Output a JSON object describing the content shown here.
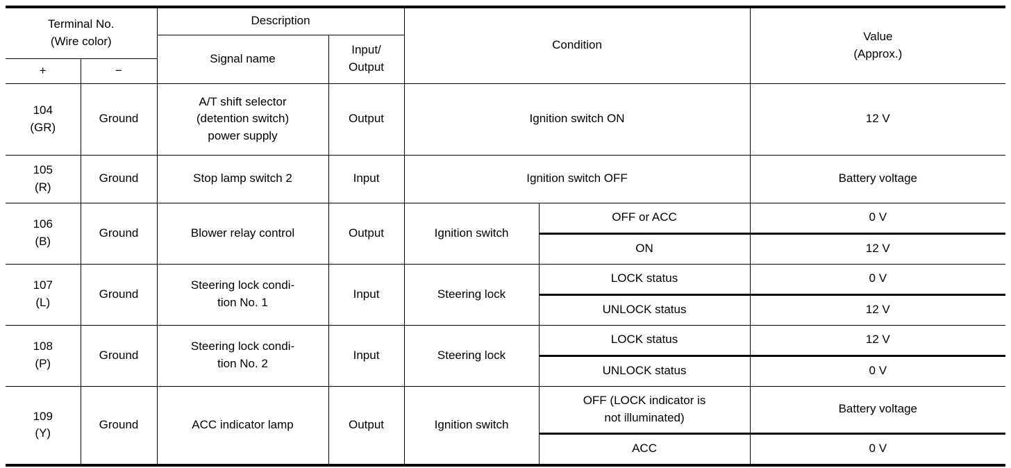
{
  "table": {
    "header": {
      "terminal": "Terminal No.\n(Wire color)",
      "plus": "+",
      "minus": "−",
      "description": "Description",
      "signal_name": "Signal name",
      "input_output": "Input/\nOutput",
      "condition": "Condition",
      "value": "Value\n(Approx.)"
    },
    "rows": [
      {
        "terminal": "104\n(GR)",
        "minus": "Ground",
        "signal": "A/T shift selector\n(detention switch)\npower supply",
        "io": "Output",
        "condition": "Ignition switch ON",
        "value": "12 V"
      },
      {
        "terminal": "105\n(R)",
        "minus": "Ground",
        "signal": "Stop lamp switch 2",
        "io": "Input",
        "condition": "Ignition switch OFF",
        "value": "Battery voltage"
      },
      {
        "terminal": "106\n(B)",
        "minus": "Ground",
        "signal": "Blower relay control",
        "io": "Output",
        "condition": "Ignition switch",
        "sub": [
          {
            "state": "OFF or ACC",
            "value": "0 V"
          },
          {
            "state": "ON",
            "value": "12 V"
          }
        ]
      },
      {
        "terminal": "107\n(L)",
        "minus": "Ground",
        "signal": "Steering lock condi-\ntion No. 1",
        "io": "Input",
        "condition": "Steering lock",
        "sub": [
          {
            "state": "LOCK status",
            "value": "0 V"
          },
          {
            "state": "UNLOCK status",
            "value": "12 V"
          }
        ]
      },
      {
        "terminal": "108\n(P)",
        "minus": "Ground",
        "signal": "Steering lock condi-\ntion No. 2",
        "io": "Input",
        "condition": "Steering lock",
        "sub": [
          {
            "state": "LOCK status",
            "value": "12 V"
          },
          {
            "state": "UNLOCK status",
            "value": "0 V"
          }
        ]
      },
      {
        "terminal": "109\n(Y)",
        "minus": "Ground",
        "signal": "ACC indicator lamp",
        "io": "Output",
        "condition": "Ignition switch",
        "sub": [
          {
            "state": "OFF (LOCK indicator is\nnot illuminated)",
            "value": "Battery voltage"
          },
          {
            "state": "ACC",
            "value": "0 V"
          }
        ]
      }
    ]
  }
}
